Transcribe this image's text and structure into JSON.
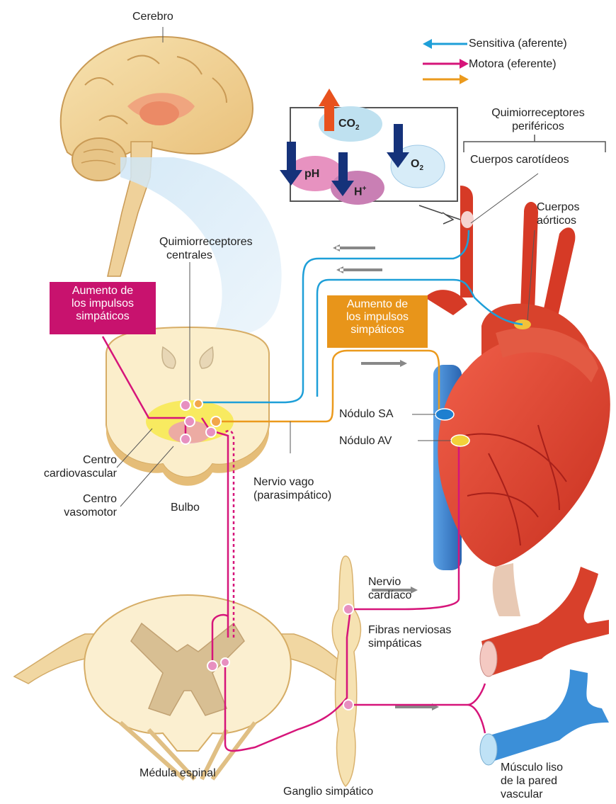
{
  "colors": {
    "sensory": "#1e9fd8",
    "motor": "#d6157a",
    "autonomic": "#eb9a1d",
    "magenta_box": "#c8126e",
    "orange_box": "#e8951a",
    "heart": "#e0402a",
    "vein": "#3a7fc8",
    "brain": "#f2d39a"
  },
  "legend": {
    "sensory": "Sensitiva (aferente)",
    "motor": "Motora (eferente)"
  },
  "labels": {
    "brain": "Cerebro",
    "peripheral_chemo_1": "Quimiorreceptores",
    "peripheral_chemo_2": "periféricos",
    "carotid": "Cuerpos carotídeos",
    "aortic_1": "Cuerpos",
    "aortic_2": "aórticos",
    "central_chemo_1": "Quimiorreceptores",
    "central_chemo_2": "centrales",
    "sa_node": "Nódulo SA",
    "av_node": "Nódulo AV",
    "cardio_center_1": "Centro",
    "cardio_center_2": "cardiovascular",
    "vasomotor_1": "Centro",
    "vasomotor_2": "vasomotor",
    "medulla": "Bulbo",
    "vagus_1": "Nervio vago",
    "vagus_2": "(parasimpático)",
    "cardiac_nerve_1": "Nervio",
    "cardiac_nerve_2": "cardíaco",
    "symp_fibers_1": "Fibras nerviosas",
    "symp_fibers_2": "simpáticas",
    "spinal_cord": "Médula espinal",
    "symp_ganglion": "Ganglio simpático",
    "smooth_muscle_1": "Músculo liso",
    "smooth_muscle_2": "de la pared",
    "smooth_muscle_3": "vascular"
  },
  "boxes": {
    "magenta": [
      "Aumento de",
      "los impulsos",
      "simpáticos"
    ],
    "orange": [
      "Aumento de",
      "los impulsos",
      "simpáticos"
    ]
  },
  "inset": {
    "co2": "CO",
    "co2_sub": "2",
    "ph": "pH",
    "h": "H",
    "h_sup": "+",
    "o2": "O",
    "o2_sub": "2"
  }
}
